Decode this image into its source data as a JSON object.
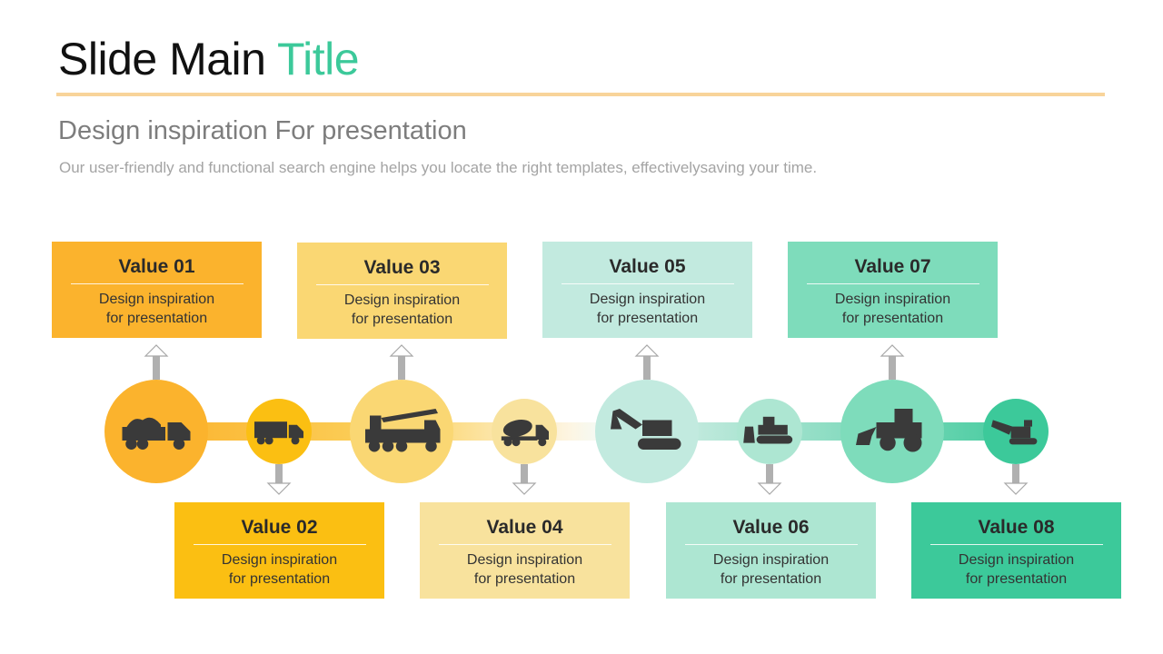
{
  "header": {
    "title_main": "Slide Main ",
    "title_accent": "Title",
    "subtitle": "Design inspiration For presentation",
    "description": "Our user-friendly and functional search engine helps you locate the right templates, effectivelysaving your time."
  },
  "items": [
    {
      "title": "Value 01",
      "text": "Design inspiration\nfor presentation",
      "color": "#fbb32d",
      "icon": "dump-truck-icon"
    },
    {
      "title": "Value 02",
      "text": "Design inspiration\nfor presentation",
      "color": "#fbbf12",
      "icon": "cargo-truck-icon"
    },
    {
      "title": "Value 03",
      "text": "Design inspiration\nfor presentation",
      "color": "#fad773",
      "icon": "crane-truck-icon"
    },
    {
      "title": "Value 04",
      "text": "Design inspiration\nfor presentation",
      "color": "#f8e29d",
      "icon": "concrete-mixer-icon"
    },
    {
      "title": "Value 05",
      "text": "Design inspiration\nfor presentation",
      "color": "#c2eadf",
      "icon": "excavator-icon"
    },
    {
      "title": "Value 06",
      "text": "Design inspiration\nfor presentation",
      "color": "#ade6d2",
      "icon": "bulldozer-icon"
    },
    {
      "title": "Value 07",
      "text": "Design inspiration\nfor presentation",
      "color": "#7edcbb",
      "icon": "loader-tractor-icon"
    },
    {
      "title": "Value 08",
      "text": "Design inspiration\nfor presentation",
      "color": "#3cc99a",
      "icon": "wood-chipper-icon"
    }
  ]
}
